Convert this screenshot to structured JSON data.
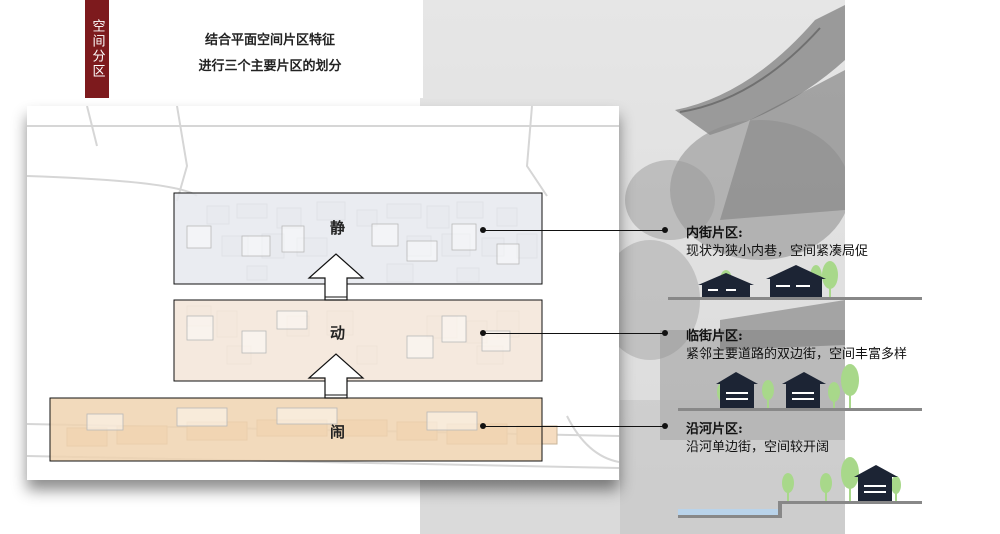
{
  "section_tab": "空间分区",
  "heading": [
    "结合平面空间片区特征",
    "进行三个主要片区的划分"
  ],
  "zones": [
    {
      "key": "quiet",
      "label": "静",
      "title": "内街片区:",
      "desc": "现状为狭小内巷，空间紧凑局促"
    },
    {
      "key": "active",
      "label": "动",
      "title": "临街片区:",
      "desc": "紧邻主要道路的双边街，空间丰富多样"
    },
    {
      "key": "busy",
      "label": "闹",
      "title": "沿河片区:",
      "desc": "沿河单边街，空间较开阔"
    }
  ],
  "colors": {
    "accent": "#7d1a1d",
    "quiet_fill": "#e6e9ee",
    "active_fill": "#f4e7da",
    "busy_fill": "#f0d4b0",
    "icon_dark": "#1c2434",
    "tree": "#a8d88a",
    "water": "#b9d3ea"
  }
}
